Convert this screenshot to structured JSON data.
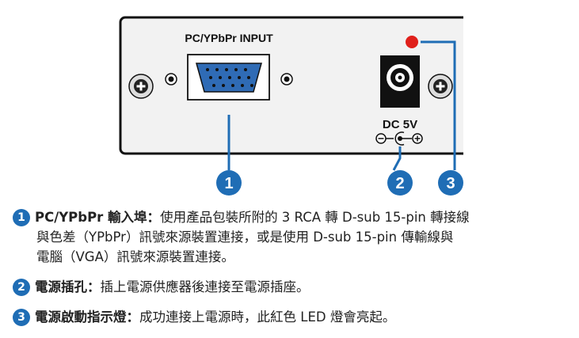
{
  "panel": {
    "input_label": "PC/YPbPr INPUT",
    "dc_label": "DC 5V",
    "polarity_minus": "−",
    "polarity_plus": "+"
  },
  "callouts": [
    {
      "number": "1"
    },
    {
      "number": "2"
    },
    {
      "number": "3"
    }
  ],
  "descriptions": [
    {
      "number": "1",
      "title": "PC/YPbPr 輸入埠：",
      "text_line1": "使用產品包裝所附的 3 RCA 轉 D-sub 15-pin 轉接線",
      "text_line2": "與色差（YPbPr）訊號來源裝置連接，或是使用 D-sub 15-pin 傳輸線與",
      "text_line3": "電腦（VGA）訊號來源裝置連接。"
    },
    {
      "number": "2",
      "title": "電源插孔：",
      "text_line1": "插上電源供應器後連接至電源插座。"
    },
    {
      "number": "3",
      "title": "電源啟動指示燈：",
      "text_line1": "成功連接上電源時，此紅色 LED 燈會亮起。"
    }
  ],
  "colors": {
    "callout_blue": "#1f6db5",
    "led_red": "#e0201b",
    "vga_blue": "#2f6bb5"
  }
}
